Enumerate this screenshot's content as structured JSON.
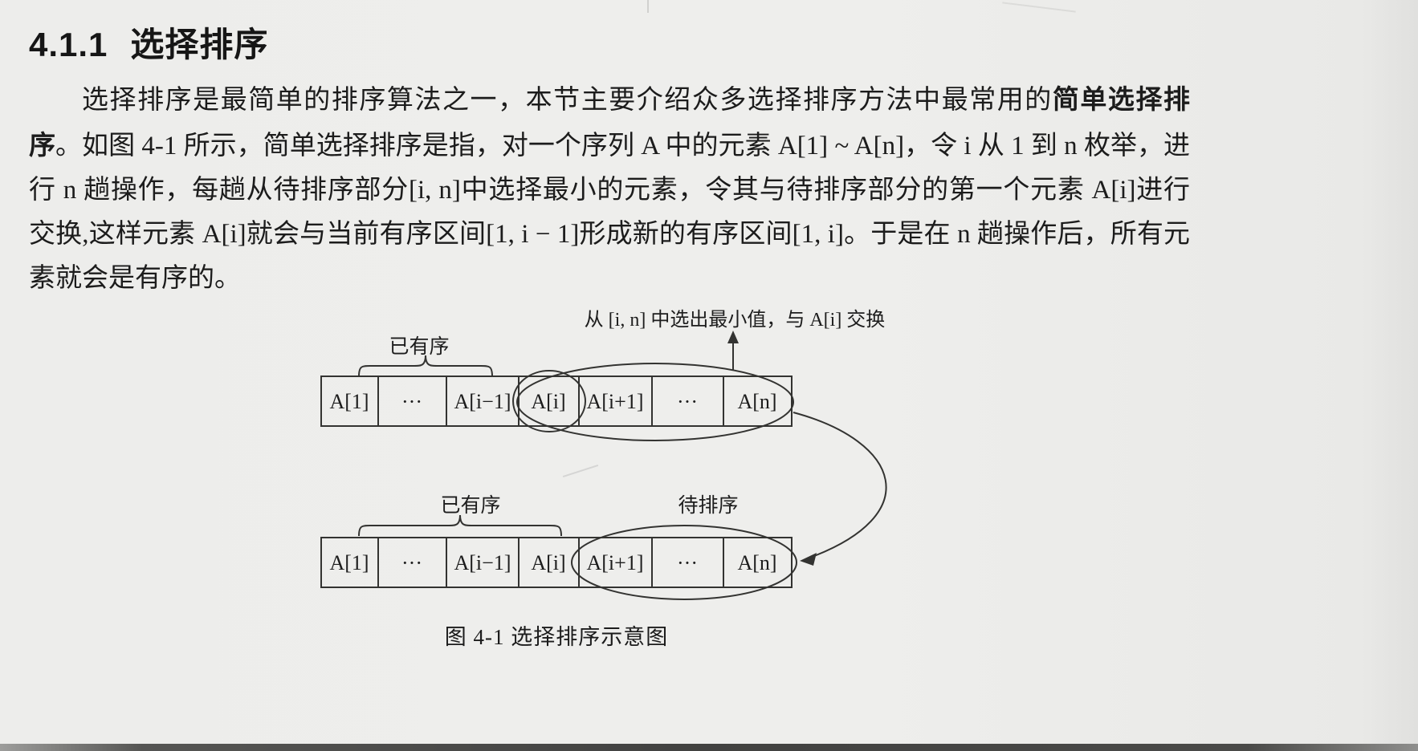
{
  "colors": {
    "paper": "#ececea",
    "ink": "#1a1a1a"
  },
  "page": {
    "section_number": "4.1.1",
    "section_title": "选择排序",
    "paragraph": {
      "part1": "选择排序是最简单的排序算法之一，本节主要介绍众多选择排序方法中最常用的",
      "bold_term": "简单选择排序",
      "part2": "。如图 4-1 所示，简单选择排序是指，对一个序列 A 中的元素 A[1] ~ A[n]，令 i 从 1 到 n 枚举，进行 n 趟操作，每趟从待排序部分[i, n]中选择最小的元素，令其与待排序部分的第一个元素 A[i]进行交换,这样元素 A[i]就会与当前有序区间[1, i − 1]形成新的有序区间[1, i]。于是在 n 趟操作后，所有元素就会是有序的。"
    }
  },
  "figure": {
    "annotation": "从 [i, n] 中选出最小值，与 A[i] 交换",
    "row1": {
      "sorted_label": "已有序",
      "cells": [
        "A[1]",
        "···",
        "A[i−1]",
        "A[i]",
        "A[i+1]",
        "···",
        "A[n]"
      ]
    },
    "row2": {
      "sorted_label": "已有序",
      "unsorted_label": "待排序",
      "cells": [
        "A[1]",
        "···",
        "A[i−1]",
        "A[i]",
        "A[i+1]",
        "···",
        "A[n]"
      ]
    },
    "caption": "图 4-1  选择排序示意图"
  }
}
